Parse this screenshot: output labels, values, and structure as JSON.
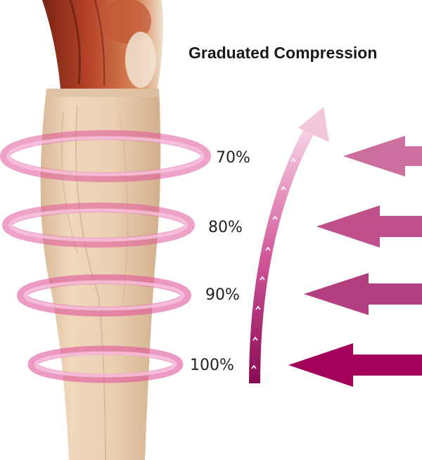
{
  "title": "Graduated Compression",
  "levels": [
    {
      "label": "70%"
    },
    {
      "label": "80%"
    },
    {
      "label": "90%"
    },
    {
      "label": "100%"
    }
  ],
  "colors": {
    "ring": "#e0559b",
    "ring_light": "#f3b6d4",
    "arrow_top": "#cc6f9e",
    "arrow_mid": "#c0508c",
    "arrow_low": "#b23f80",
    "arrow_bottom": "#a3005a",
    "curve_bottom": "#8a0a55",
    "curve_top": "#f4c6dc",
    "sleeve": "#e9cdb0",
    "muscle": "#a13a22"
  },
  "icons": {
    "pressure_arrow": "left-arrow-icon",
    "flow_arrow": "up-curved-arrow-icon"
  }
}
